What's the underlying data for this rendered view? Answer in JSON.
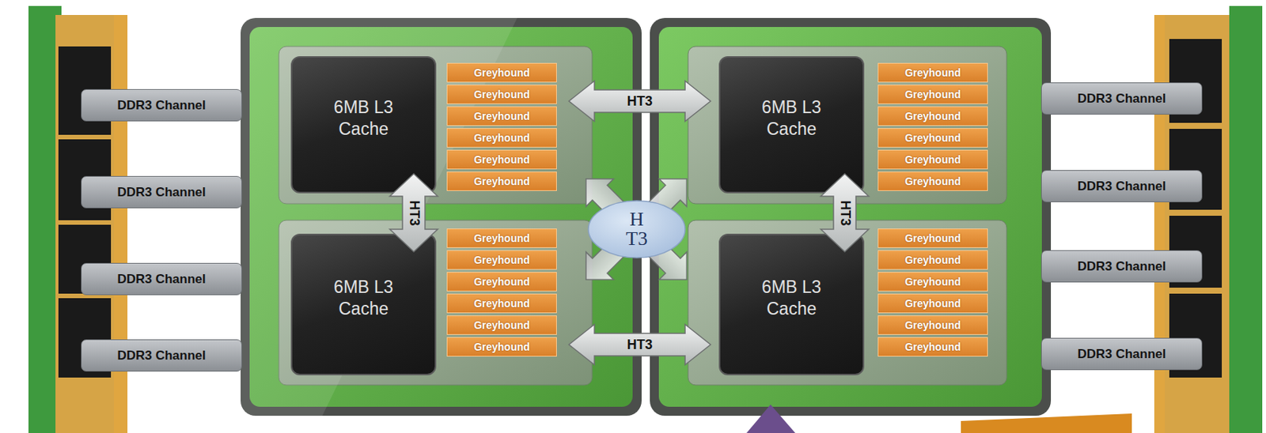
{
  "diagram": {
    "nodes": [
      {
        "text": [
          "DDR3 Channel"
        ]
      },
      {
        "text": [
          "DDR3 Channel"
        ]
      },
      {
        "text": [
          "DDR3 Channel"
        ]
      },
      {
        "text": [
          "DDR3 Channel"
        ]
      },
      {
        "text": [
          "6MB L3 Cache"
        ]
      },
      {
        "text": [
          "Greyhound"
        ]
      },
      {
        "text": [
          "Greyhound"
        ]
      },
      {
        "text": [
          "Greyhound"
        ]
      },
      {
        "text": [
          "Greyhound"
        ]
      },
      {
        "text": [
          "Greyhound"
        ]
      },
      {
        "text": [
          "Greyhound"
        ]
      },
      {
        "text": [
          "HT3"
        ]
      },
      {
        "text": [
          "6MB L3 Cache"
        ]
      },
      {
        "text": [
          "Greyhound"
        ]
      },
      {
        "text": [
          "Greyhound"
        ]
      },
      {
        "text": [
          "Greyhound"
        ]
      },
      {
        "text": [
          "Greyhound"
        ]
      },
      {
        "text": [
          "Greyhound"
        ]
      },
      {
        "text": [
          "Greyhound"
        ]
      },
      {
        "text": [
          "HT3"
        ]
      },
      {
        "text": [
          "H T3"
        ]
      },
      {
        "text": [
          "HT3"
        ]
      },
      {
        "text": [
          "6MB L3 Cache"
        ]
      },
      {
        "text": [
          "Greyhound"
        ]
      },
      {
        "text": [
          "Greyhound"
        ]
      },
      {
        "text": [
          "Greyhound"
        ]
      },
      {
        "text": [
          "Greyhound"
        ]
      },
      {
        "text": [
          "Greyhound"
        ]
      },
      {
        "text": [
          "Greyhound"
        ]
      },
      {
        "text": [
          "HT3"
        ]
      },
      {
        "text": [
          "6MB L3 Cache"
        ]
      },
      {
        "text": [
          "Greyhound"
        ]
      },
      {
        "text": [
          "Greyhound"
        ]
      },
      {
        "text": [
          "Greyhound"
        ]
      },
      {
        "text": [
          "Greyhound"
        ]
      },
      {
        "text": [
          "Greyhound"
        ]
      },
      {
        "text": [
          "Greyhound"
        ]
      },
      {
        "text": [
          "DDR3 Channel"
        ]
      },
      {
        "text": [
          "DDR3 Channel"
        ]
      },
      {
        "text": [
          "DDR3 Channel"
        ]
      },
      {
        "text": [
          "DDR3 Channel"
        ]
      }
    ]
  }
}
